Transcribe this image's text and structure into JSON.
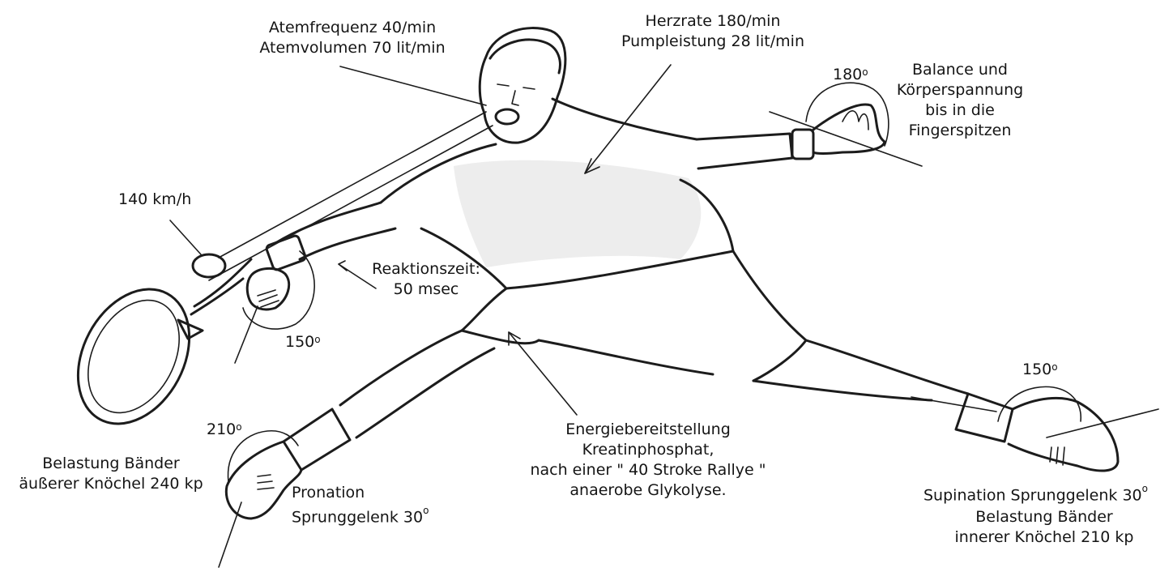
{
  "labels": {
    "breathing": [
      "Atemfrequenz 40/min",
      "Atemvolumen 70 lit/min"
    ],
    "heart": [
      "Herzrate 180/min",
      "Pumpleistung 28 lit/min"
    ],
    "balance": [
      "Balance und",
      "Körperspannung",
      "bis in die",
      "Fingerspitzen"
    ],
    "ball_speed": "140 km/h",
    "reaction": [
      "Reaktionszeit:",
      "50 msec"
    ],
    "energy": [
      "Energiebereitstellung",
      "Kreatinphosphat,",
      "nach einer \" 40 Stroke Rallye \"",
      "anaerobe Glykolyse."
    ],
    "left_ankle": [
      "Belastung Bänder",
      "äußerer Knöchel 240 kp"
    ],
    "pronation": [
      "Pronation",
      "Sprunggelenk 30"
    ],
    "supination": "Supination Sprunggelenk 30",
    "right_ankle": [
      "Belastung Bänder",
      "innerer Knöchel 210 kp"
    ]
  },
  "angles": {
    "hand": "180",
    "wrist": "150",
    "left_foot": "210",
    "right_foot": "150",
    "pronation_deg": "o",
    "supination_deg": "o",
    "degree_mark": "o"
  }
}
